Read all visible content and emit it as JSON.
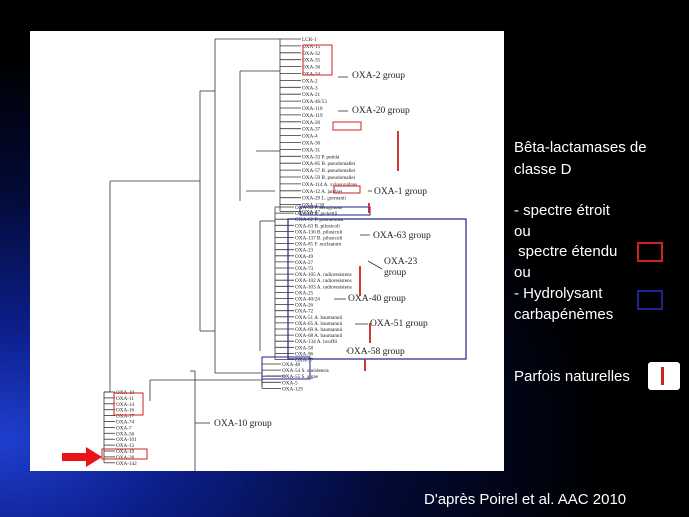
{
  "slide": {
    "legend": {
      "title_line1": "Bêta-lactamases de",
      "title_line2": "classe D",
      "narrow_line": "- spectre étroit",
      "or_1": "ou",
      "extended_line": " spectre étendu",
      "or_2": "ou",
      "carba_line1": "- Hydrolysant",
      "carba_line2": "carbapénèmes",
      "natural_line": "Parfois naturelles",
      "colors": {
        "extended": "#cc2222",
        "carbapenem": "#22228e",
        "natural": "#cc2222"
      }
    },
    "citation": "D'après Poirel et al. AAC 2010"
  },
  "tree": {
    "line_color": "#333333",
    "groups": [
      {
        "label": "OXA-2 group"
      },
      {
        "label": "OXA-20 group"
      },
      {
        "label": "OXA-1 group"
      },
      {
        "label": "OXA-63 group"
      },
      {
        "label": "OXA-23"
      },
      {
        "label": "group"
      },
      {
        "label": "OXA-40 group"
      },
      {
        "label": "OXA-51 group"
      },
      {
        "label": "OXA-58 group"
      },
      {
        "label": "OXA-10 group"
      }
    ],
    "leaves_upper": [
      "LCR-1",
      "OXA-15",
      "OXA-32",
      "OXA-35",
      "OXA-36",
      "OXA-34",
      "OXA-2",
      "OXA-3",
      "OXA-21",
      "OXA-46/53",
      "OXA-118",
      "OXA-119",
      "OXA-20",
      "OXA-37",
      "OXA-4",
      "OXA-30",
      "OXA-31",
      "OXA-33 P. putida",
      "OXA-85 B. pseudomallei",
      "OXA-57 B. pseudomallei",
      "OXA-59 B. pseudomallei",
      "OXA-114 A. xylosoxidans",
      "OXA-12 A. jandaei",
      "OXA-29 L. gormanii",
      "OXA-1/30",
      "OXA-47"
    ],
    "leaves_middle": [
      "OXA-50 P. aeruginosa",
      "OXA-60 R. pickettii",
      "OXA-62 P. pnomenusa",
      "OXA-63 B. pilosicoli",
      "OXA-136 B. pilosicoli",
      "OXA-137 B. pilosicoli",
      "OXA-85 F. nucleatum",
      "OXA-23",
      "OXA-49",
      "OXA-27",
      "OXA-73",
      "OXA-105 A. radioresistens",
      "OXA-102 A. radioresistens",
      "OXA-103 A. radioresistens",
      "OXA-25",
      "OXA-40/24",
      "OXA-26",
      "OXA-72",
      "OXA-51 A. baumannii",
      "OXA-65 A. baumannii",
      "OXA-69 A. baumannii",
      "OXA-68 A. baumannii",
      "OXA-134 A. lwoffii",
      "OXA-58",
      "OXA-96",
      "OXA-97"
    ],
    "leaves_lower": [
      "OXA-48",
      "OXA-54 S. oneidensis",
      "OXA-55 S. algae",
      "OXA-5",
      "OXA-129"
    ],
    "leaves_oxa10": [
      "OXA-10",
      "OXA-11",
      "OXA-14",
      "OXA-16",
      "OXA-17",
      "OXA-74",
      "OXA-7",
      "OXA-56",
      "OXA-101",
      "OXA-13",
      "OXA-19",
      "OXA-28",
      "OXA-142"
    ]
  }
}
